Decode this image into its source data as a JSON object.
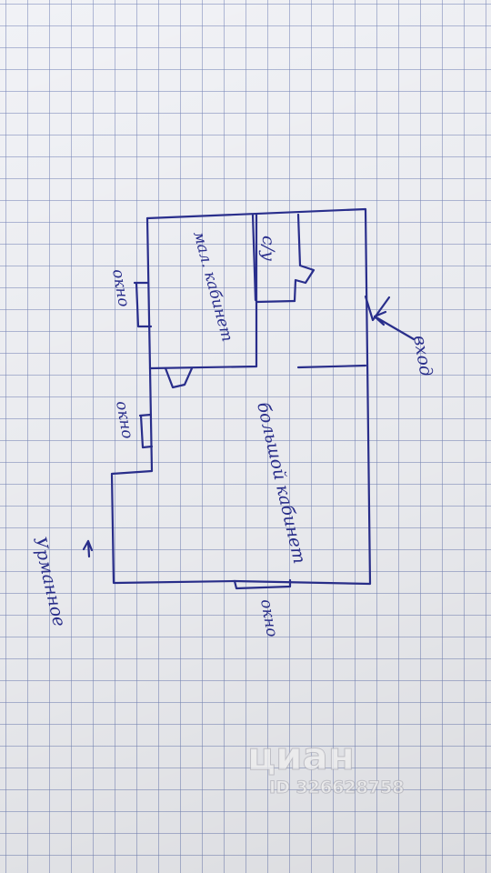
{
  "labels": {
    "wc": "с/у",
    "small_office": "мал. кабинет",
    "big_office": "большой кабинет",
    "entrance": "вход",
    "window_left_top": "окно",
    "window_left_mid": "окно",
    "window_bottom": "окно",
    "direction": "Урманное"
  },
  "watermark": {
    "brand": "циан",
    "id": "ID 326628758"
  },
  "colors": {
    "ink": "#2a2f8f",
    "grid": "#7887b9",
    "paper": "#f1f2f6"
  }
}
